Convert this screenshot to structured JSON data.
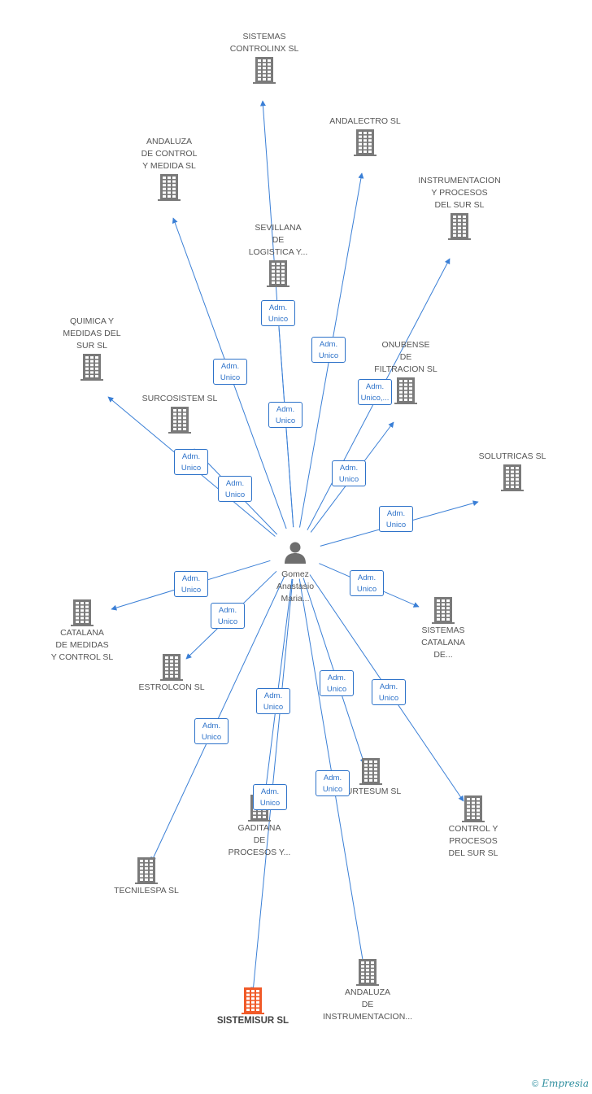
{
  "center": {
    "label": "Gomez\nAnastasio\nMaria...",
    "icon": "person-icon"
  },
  "companies": [
    {
      "id": "sistemas-controlinx",
      "label": "SISTEMAS\nCONTROLINX SL"
    },
    {
      "id": "andalectro",
      "label": "ANDALECTRO SL"
    },
    {
      "id": "andaluza-control-medida",
      "label": "ANDALUZA\nDE CONTROL\nY MEDIDA SL"
    },
    {
      "id": "instrumentacion-procesos-sur",
      "label": "INSTRUMENTACION\nY PROCESOS\nDEL SUR SL"
    },
    {
      "id": "sevillana-logistica",
      "label": "SEVILLANA\nDE\nLOGISTICA Y..."
    },
    {
      "id": "quimica-medidas-sur",
      "label": "QUIMICA Y\nMEDIDAS DEL\nSUR SL"
    },
    {
      "id": "onubense-filtracion",
      "label": "ONUBENSE\nDE\nFILTRACION SL"
    },
    {
      "id": "surcosistem",
      "label": "SURCOSISTEM SL"
    },
    {
      "id": "solutricas",
      "label": "SOLUTRICAS SL"
    },
    {
      "id": "catalana-medidas-control",
      "label": "CATALANA\nDE MEDIDAS\nY CONTROL SL"
    },
    {
      "id": "sistemas-catalana",
      "label": "SISTEMAS\nCATALANA\nDE..."
    },
    {
      "id": "estrolcon",
      "label": "ESTROLCON SL"
    },
    {
      "id": "surtesum",
      "label": "SURTESUM SL"
    },
    {
      "id": "gaditana-procesos",
      "label": "GADITANA\nDE\nPROCESOS Y..."
    },
    {
      "id": "control-procesos-sur",
      "label": "CONTROL Y\nPROCESOS\nDEL SUR SL"
    },
    {
      "id": "tecnilespa",
      "label": "TECNILESPA SL"
    },
    {
      "id": "sistemisur",
      "label": "SISTEMISUR SL",
      "highlight": true
    },
    {
      "id": "andaluza-instrumentacion",
      "label": "ANDALUZA\nDE\nINSTRUMENTACION..."
    }
  ],
  "roles": {
    "sistemas-controlinx": "Adm.\nUnico",
    "andalectro": "Adm.\nUnico",
    "andaluza-control-medida": "Adm.\nUnico",
    "instrumentacion-procesos-sur": "Adm.\nUnico,...",
    "sevillana-logistica": "Adm.\nUnico",
    "quimica-medidas-sur": "Adm.\nUnico",
    "onubense-filtracion": "Adm.\nUnico",
    "surcosistem": "Adm.\nUnico",
    "solutricas": "Adm.\nUnico",
    "catalana-medidas-control": "Adm.\nUnico",
    "sistemas-catalana": "Adm.\nUnico",
    "estrolcon": "Adm.\nUnico",
    "surtesum": "Adm.\nUnico",
    "gaditana-procesos": "Adm.\nUnico",
    "control-procesos-sur": "Adm.\nUnico",
    "tecnilespa": "Adm.\nUnico",
    "sistemisur": "Adm.\nUnico",
    "andaluza-instrumentacion": "Adm.\nUnico"
  },
  "colors": {
    "edge": "#3a7fd6",
    "badge": "#2d72c9",
    "building": "#7a7a7a",
    "building_highlight": "#f05a28",
    "person": "#6e6e6e"
  },
  "footer": {
    "copyright": "©",
    "brand": "Empresia"
  }
}
